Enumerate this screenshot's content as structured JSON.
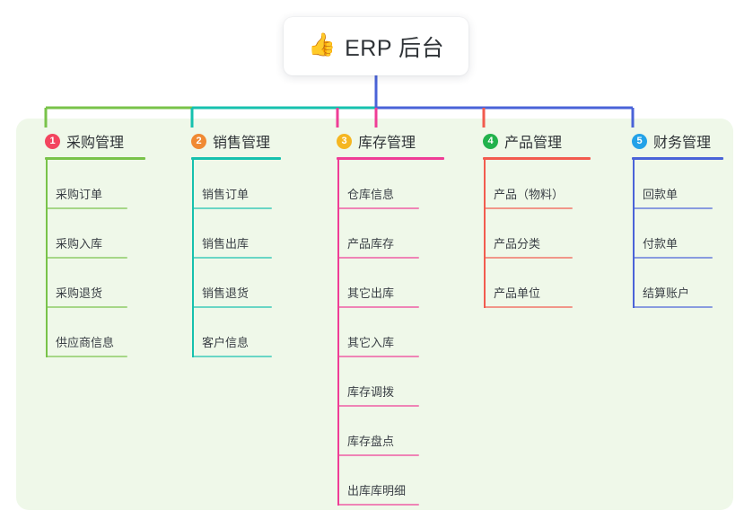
{
  "diagram": {
    "type": "mind-map",
    "title_node": {
      "icon": "thumbs-up-emoji",
      "emoji": "👍",
      "label": "ERP 后台"
    },
    "panel_color": "#eff8e9",
    "branches": [
      {
        "number": "1",
        "label": "采购管理",
        "badge_color": "#f3455f",
        "line_color": "#79c34a",
        "items": [
          {
            "label": "采购订单"
          },
          {
            "label": "采购入库"
          },
          {
            "label": "采购退货"
          },
          {
            "label": "供应商信息"
          }
        ]
      },
      {
        "number": "2",
        "label": "销售管理",
        "badge_color": "#f08a33",
        "line_color": "#16c1ae",
        "items": [
          {
            "label": "销售订单"
          },
          {
            "label": "销售出库"
          },
          {
            "label": "销售退货"
          },
          {
            "label": "客户信息"
          }
        ]
      },
      {
        "number": "3",
        "label": "库存管理",
        "badge_color": "#f5b621",
        "line_color": "#ef3d96",
        "items": [
          {
            "label": "仓库信息"
          },
          {
            "label": "产品库存"
          },
          {
            "label": "其它出库"
          },
          {
            "label": "其它入库"
          },
          {
            "label": "库存调拨"
          },
          {
            "label": "库存盘点"
          },
          {
            "label": "出库库明细"
          }
        ]
      },
      {
        "number": "4",
        "label": "产品管理",
        "badge_color": "#22b24c",
        "line_color": "#f25b4e",
        "items": [
          {
            "label": "产品（物料）"
          },
          {
            "label": "产品分类"
          },
          {
            "label": "产品单位"
          }
        ]
      },
      {
        "number": "5",
        "label": "财务管理",
        "badge_color": "#23a2e8",
        "line_color": "#4a63d8",
        "items": [
          {
            "label": "回款单"
          },
          {
            "label": "付款单"
          },
          {
            "label": "结算账户"
          }
        ]
      }
    ]
  }
}
